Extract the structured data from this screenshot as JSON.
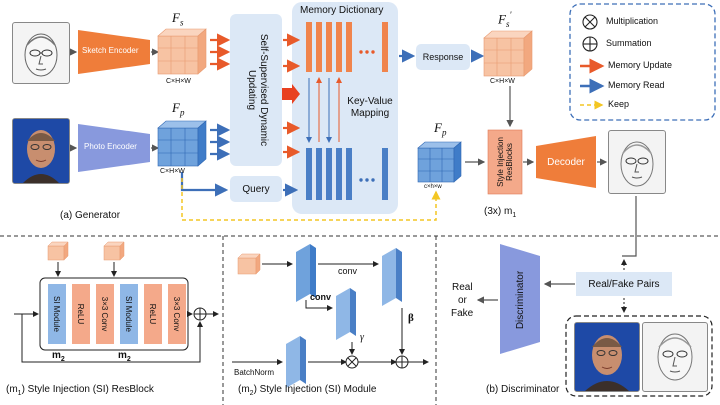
{
  "generator": {
    "sketch_encoder": "Sketch Encoder",
    "photo_encoder": "Photo Encoder",
    "fs_label": "F",
    "fs_sub": "s",
    "fp_label": "F",
    "fp_sub": "p",
    "dim_label": "C×H×W",
    "dim_label_small": "c×h×w",
    "self_supervised": "Self-Supervised Dynamic Updating",
    "memory_dictionary": "Memory Dictionary",
    "key_value": "Key-Value Mapping",
    "query": "Query",
    "response": "Response",
    "fs_prime_label": "F",
    "fs_prime_sub": "s",
    "fs_prime_mark": "'",
    "fp2_label": "F",
    "fp2_sub": "p",
    "style_injection": "Style Injection ResBlocks",
    "decoder": "Decoder",
    "times3": "(3x) m",
    "times3_sub": "1",
    "caption": "(a) Generator"
  },
  "legend": {
    "multiplication": "Multiplication",
    "summation": "Summation",
    "memory_update": "Memory Update",
    "memory_read": "Memory Read",
    "keep": "Keep"
  },
  "resblock": {
    "si_module_1": "SI Module",
    "relu_1": "ReLU",
    "conv_1": "3×3 Conv",
    "si_module_2": "SI Module",
    "relu_2": "ReLU",
    "conv_2": "3×3 Conv",
    "m2a": "m",
    "m2a_sub": "2",
    "m2b": "m",
    "m2b_sub": "2",
    "caption": "(m",
    "caption_sub": "1",
    "caption_rest": ") Style Injection (SI) ResBlock"
  },
  "si_module": {
    "conv1": "conv",
    "conv2": "conv",
    "gamma": "γ",
    "beta": "β",
    "batchnorm": "BatchNorm",
    "caption": "(m",
    "caption_sub": "2",
    "caption_rest": ") Style Injection (SI) Module"
  },
  "discriminator": {
    "label": "Discriminator",
    "pairs": "Real/Fake Pairs",
    "real": "Real",
    "or": "or",
    "fake": "Fake",
    "caption": "(b) Discriminator"
  },
  "colors": {
    "orange": "#f0844c",
    "blue": "#4a7fc6",
    "light_blue_bg": "#dce8f6",
    "cube_orange": "#f7c3a3",
    "cube_blue": "#6fa2dc",
    "salmon": "#f4a98a",
    "dashed_yellow": "#f3c623"
  }
}
